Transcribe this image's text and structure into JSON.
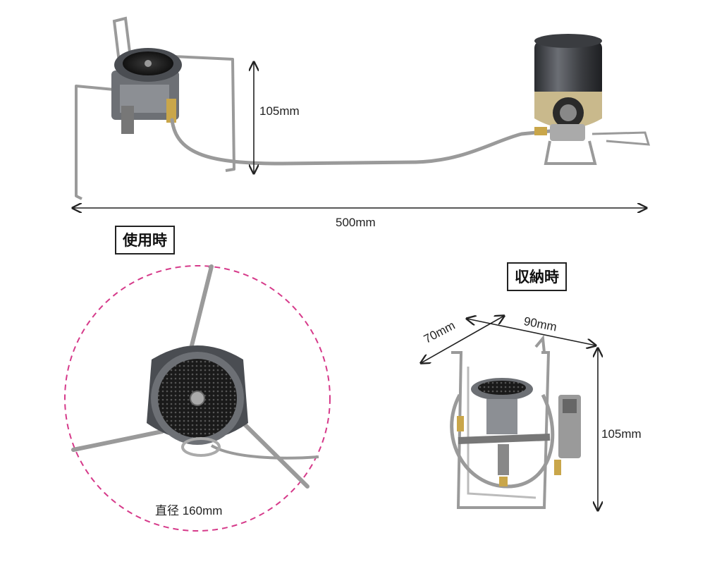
{
  "labels": {
    "height_top": "105mm",
    "total_length": "500mm",
    "in_use": "使用時",
    "stowed": "収納時",
    "diameter": "直径 160mm",
    "depth_stowed": "70mm",
    "width_stowed": "90mm",
    "height_stowed": "105mm"
  },
  "colors": {
    "ink": "#222222",
    "metal": "#9a9a9a",
    "steel_dark": "#4a4d52",
    "burner": "#2a2a2a",
    "brass": "#c9a64a",
    "dashed_circle": "#d63a8a"
  }
}
